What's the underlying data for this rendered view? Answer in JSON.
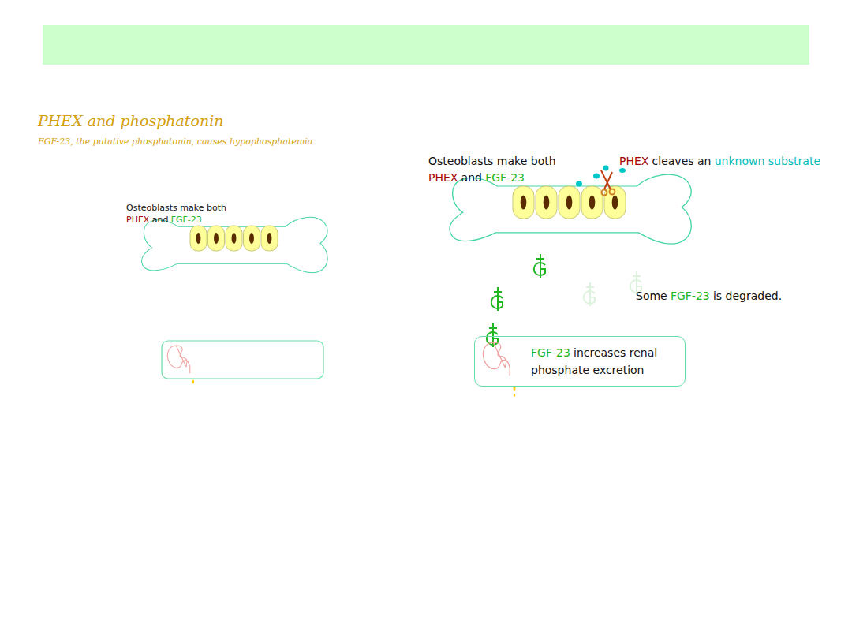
{
  "diagram": {
    "title": "PHEX and phosphatonin",
    "nodes": [
      {
        "text": [
          "FGF-23",
          "increases renal phosphate excretion"
        ]
      }
    ],
    "labels": [
      "FGF-23, the putative phosphatonin, causes hypophosphatemia",
      "Osteoblasts make both",
      "PHEX",
      "and",
      "FGF-23",
      "Osteoblasts make both",
      "PHEX",
      "and",
      "FGF-23",
      "PHEX",
      "cleaves an",
      "unknown substrate",
      "Some",
      "FGF-23",
      "is degraded."
    ]
  }
}
